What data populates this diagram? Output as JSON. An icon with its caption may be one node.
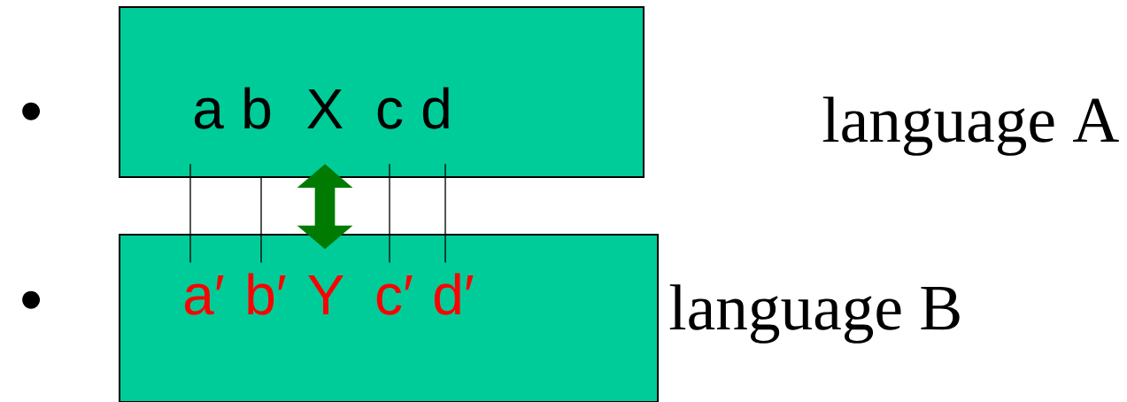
{
  "diagram": {
    "nodes": [
      {
        "text": [],
        "shape": "box"
      },
      {
        "text": [
          "a"
        ],
        "in": 0
      },
      {
        "text": [
          "b"
        ],
        "in": 0
      },
      {
        "text": [
          "X"
        ],
        "in": 0
      },
      {
        "text": [
          "c"
        ],
        "in": 0
      },
      {
        "text": [
          "d"
        ],
        "in": 0
      },
      {
        "text": [],
        "shape": "box"
      },
      {
        "text": [
          "a′"
        ],
        "in": 6
      },
      {
        "text": [
          "b′"
        ],
        "in": 6
      },
      {
        "text": [
          "Y"
        ],
        "in": 6
      },
      {
        "text": [
          "c′"
        ],
        "in": 6
      },
      {
        "text": [
          "d′"
        ],
        "in": 6
      }
    ],
    "edges": [
      {
        "from": 1,
        "to": 7,
        "arrow": "none"
      },
      {
        "from": 2,
        "to": 8,
        "arrow": "none"
      },
      {
        "from": 3,
        "to": 9,
        "arrow": "both",
        "style": "thick",
        "color": "#007a00"
      },
      {
        "from": 4,
        "to": 10,
        "arrow": "none"
      },
      {
        "from": 5,
        "to": 11,
        "arrow": "none"
      }
    ],
    "labels": [
      "•",
      "language A",
      "•",
      "language B"
    ]
  }
}
